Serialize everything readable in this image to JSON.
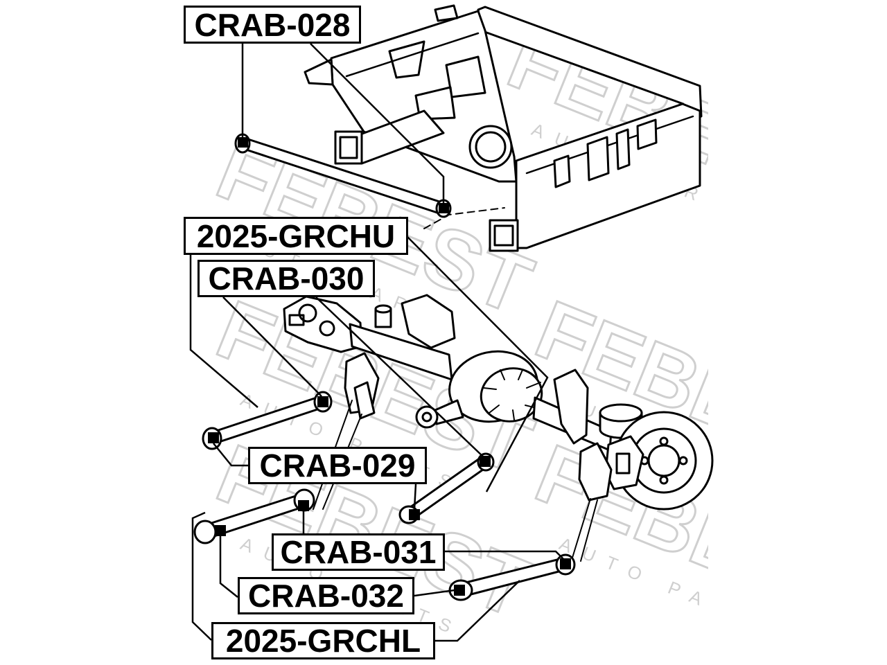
{
  "part_numbers": [
    "CRAB-028",
    "2025-GRCHU",
    "CRAB-030",
    "CRAB-029",
    "CRAB-031",
    "CRAB-032",
    "2025-GRCHL"
  ],
  "watermark": {
    "brand": "FEBEST",
    "tagline": "AUTO PARTS"
  },
  "colors": {
    "ink": "#000000",
    "watermark": "#cfcfcf",
    "background": "#ffffff"
  }
}
